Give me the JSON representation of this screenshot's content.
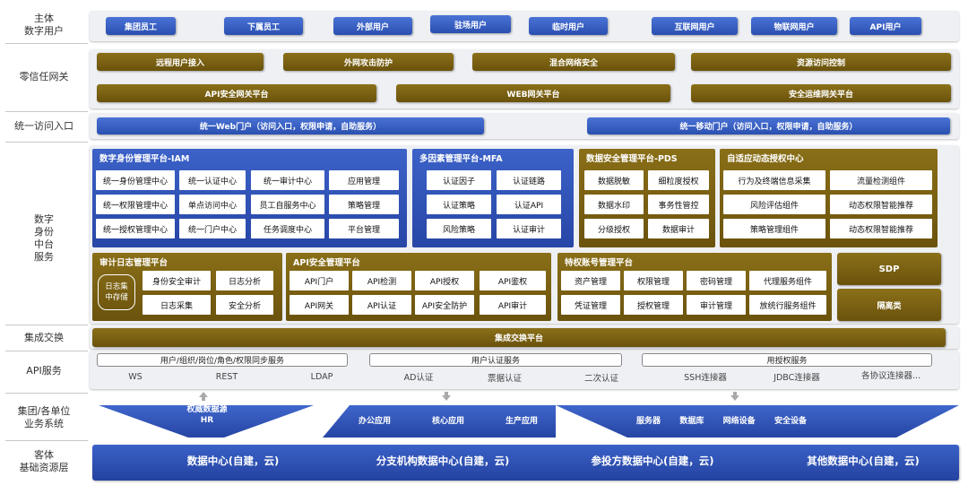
{
  "rows": {
    "row1": "主体\n数字用户",
    "row2": "零信任网关",
    "row3": "统一访问入口",
    "row4": "数字\n身份\n中台\n服务",
    "row5": "集成交换",
    "row6": "API服务",
    "row7": "集团/各单位\n业务系统",
    "row8": "客体\n基础资源层"
  },
  "users": [
    "集团员工",
    "下属员工",
    "外部用户",
    "驻场用户",
    "临时用户",
    "互联网用户",
    "物联网用户",
    "API用户"
  ],
  "zerotrust_top": [
    "远程用户接入",
    "外网攻击防护",
    "混合网络安全",
    "资源访问控制"
  ],
  "zerotrust_bottom": [
    "API安全网关平台",
    "WEB网关平台",
    "安全运维网关平台"
  ],
  "access": {
    "web": "统一Web门户（访问入口，权限申请，自助服务）",
    "mobile": "统一移动门户（访问入口，权限申请，自助服务）"
  },
  "iam": {
    "title": "数字身份管理平台-IAM",
    "cells": [
      [
        "统一身份管理中心",
        "统一认证中心",
        "统一审计中心",
        "应用管理"
      ],
      [
        "统一权限管理中心",
        "单点访问中心",
        "员工自服务中心",
        "策略管理"
      ],
      [
        "统一授权管理中心",
        "统一门户中心",
        "任务调度中心",
        "平台管理"
      ]
    ]
  },
  "mfa": {
    "title": "多因素管理平台-MFA",
    "cells": [
      [
        "认证因子",
        "认证链路"
      ],
      [
        "认证策略",
        "认证API"
      ],
      [
        "风险策略",
        "认证审计"
      ]
    ]
  },
  "pds": {
    "title": "数据安全管理平台-PDS",
    "cells": [
      [
        "数据脱敏",
        "细粒度授权"
      ],
      [
        "数据水印",
        "事务性管控"
      ],
      [
        "分级授权",
        "数据审计"
      ]
    ]
  },
  "adaptive": {
    "title": "自适应动态授权中心",
    "cells": [
      [
        "行为及终端信息采集",
        "流量检测组件"
      ],
      [
        "风险评估组件",
        "动态权限智能推荐"
      ],
      [
        "策略管理组件",
        "动态权限智能推荐"
      ]
    ]
  },
  "audit": {
    "title": "审计日志管理平台",
    "storage": "日志集\n中存储",
    "cells": [
      [
        "身份安全审计",
        "日志分析"
      ],
      [
        "日志采集",
        "安全分析"
      ]
    ]
  },
  "api_mgmt": {
    "title": "API安全管理平台",
    "cells": [
      [
        "API门户",
        "API检测",
        "API授权",
        "API鉴权"
      ],
      [
        "API网关",
        "API认证",
        "API安全防护",
        "API审计"
      ]
    ]
  },
  "pam": {
    "title": "特权账号管理平台",
    "cells": [
      [
        "资产管理",
        "权限管理",
        "密码管理",
        "代理服务组件"
      ],
      [
        "凭证管理",
        "授权管理",
        "审计管理",
        "放统行服务组件"
      ]
    ]
  },
  "sdp": "SDP",
  "isolation": "隔离类",
  "integration": "集成交换平台",
  "api_services": {
    "sync": "用户/组织/岗位/角色/权限同步服务",
    "auth": "用户认证服务",
    "authorize": "用授权服务",
    "items": [
      "WS",
      "REST",
      "LDAP",
      "AD认证",
      "票据认证",
      "二次认证",
      "SSH连接器",
      "JDBC连接器",
      "各协议连接器..."
    ]
  },
  "business": {
    "hr": "权威数据源\nHR",
    "apps": [
      "办公应用",
      "核心应用",
      "生产应用"
    ],
    "devices": [
      "服务器",
      "数据库",
      "网络设备",
      "安全设备"
    ]
  },
  "resources": [
    "数据中心(自建，云)",
    "分支机构数据中心(自建，云)",
    "参投方数据中心(自建，云)",
    "其他数据中心(自建，云)"
  ],
  "colors": {
    "blue": "#2f52b8",
    "gold": "#7a6012",
    "band": "#eef0f4"
  }
}
